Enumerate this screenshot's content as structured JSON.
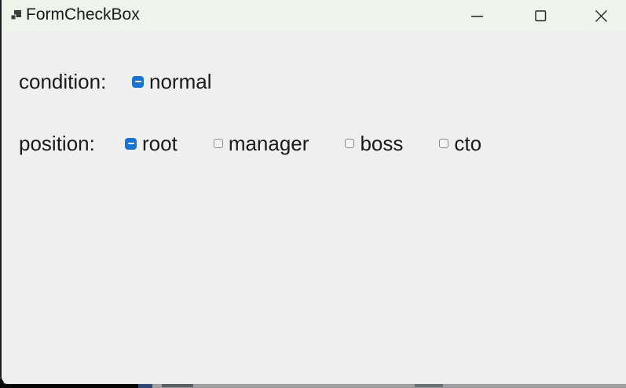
{
  "window": {
    "title": "FormCheckBox",
    "controls": {
      "minimize": "minimize-icon",
      "maximize": "maximize-icon",
      "close": "close-icon"
    }
  },
  "form": {
    "rows": [
      {
        "label": "condition:",
        "options": [
          {
            "label": "normal",
            "state": "indeterminate"
          }
        ]
      },
      {
        "label": "position:",
        "options": [
          {
            "label": "root",
            "state": "indeterminate"
          },
          {
            "label": "manager",
            "state": "unchecked"
          },
          {
            "label": "boss",
            "state": "unchecked"
          },
          {
            "label": "cto",
            "state": "unchecked"
          }
        ]
      }
    ]
  },
  "colors": {
    "titlebar_bg": "#eef4e9",
    "client_bg": "#efefef",
    "checkbox_accent": "#1973cf",
    "checkbox_border": "#8b8b8b",
    "text": "#1a1a1a",
    "background_window_dark": "#060606",
    "background_window_accent": "#2e4878",
    "background_window_gray": "#a0a0a3"
  }
}
